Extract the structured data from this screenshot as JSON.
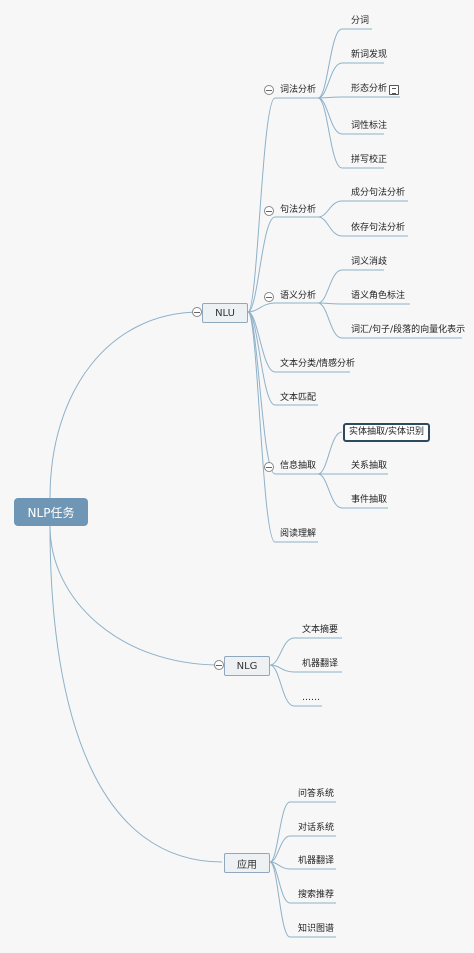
{
  "root": "NLP任务",
  "nlu": {
    "label": "NLU",
    "lexical": {
      "label": "词法分析",
      "items": [
        "分词",
        "新词发现",
        "形态分析",
        "词性标注",
        "拼写校正"
      ]
    },
    "syntax": {
      "label": "句法分析",
      "items": [
        "成分句法分析",
        "依存句法分析"
      ]
    },
    "semantic": {
      "label": "语义分析",
      "items": [
        "词义消歧",
        "语义角色标注",
        "词汇/句子/段落的向量化表示"
      ]
    },
    "classification": "文本分类/情感分析",
    "matching": "文本匹配",
    "extraction": {
      "label": "信息抽取",
      "items": [
        "实体抽取/实体识别",
        "关系抽取",
        "事件抽取"
      ]
    },
    "reading": "阅读理解"
  },
  "nlg": {
    "label": "NLG",
    "items": [
      "文本摘要",
      "机器翻译",
      "……"
    ]
  },
  "app": {
    "label": "应用",
    "items": [
      "问答系统",
      "对话系统",
      "机器翻译",
      "搜索推荐",
      "知识图谱"
    ]
  }
}
